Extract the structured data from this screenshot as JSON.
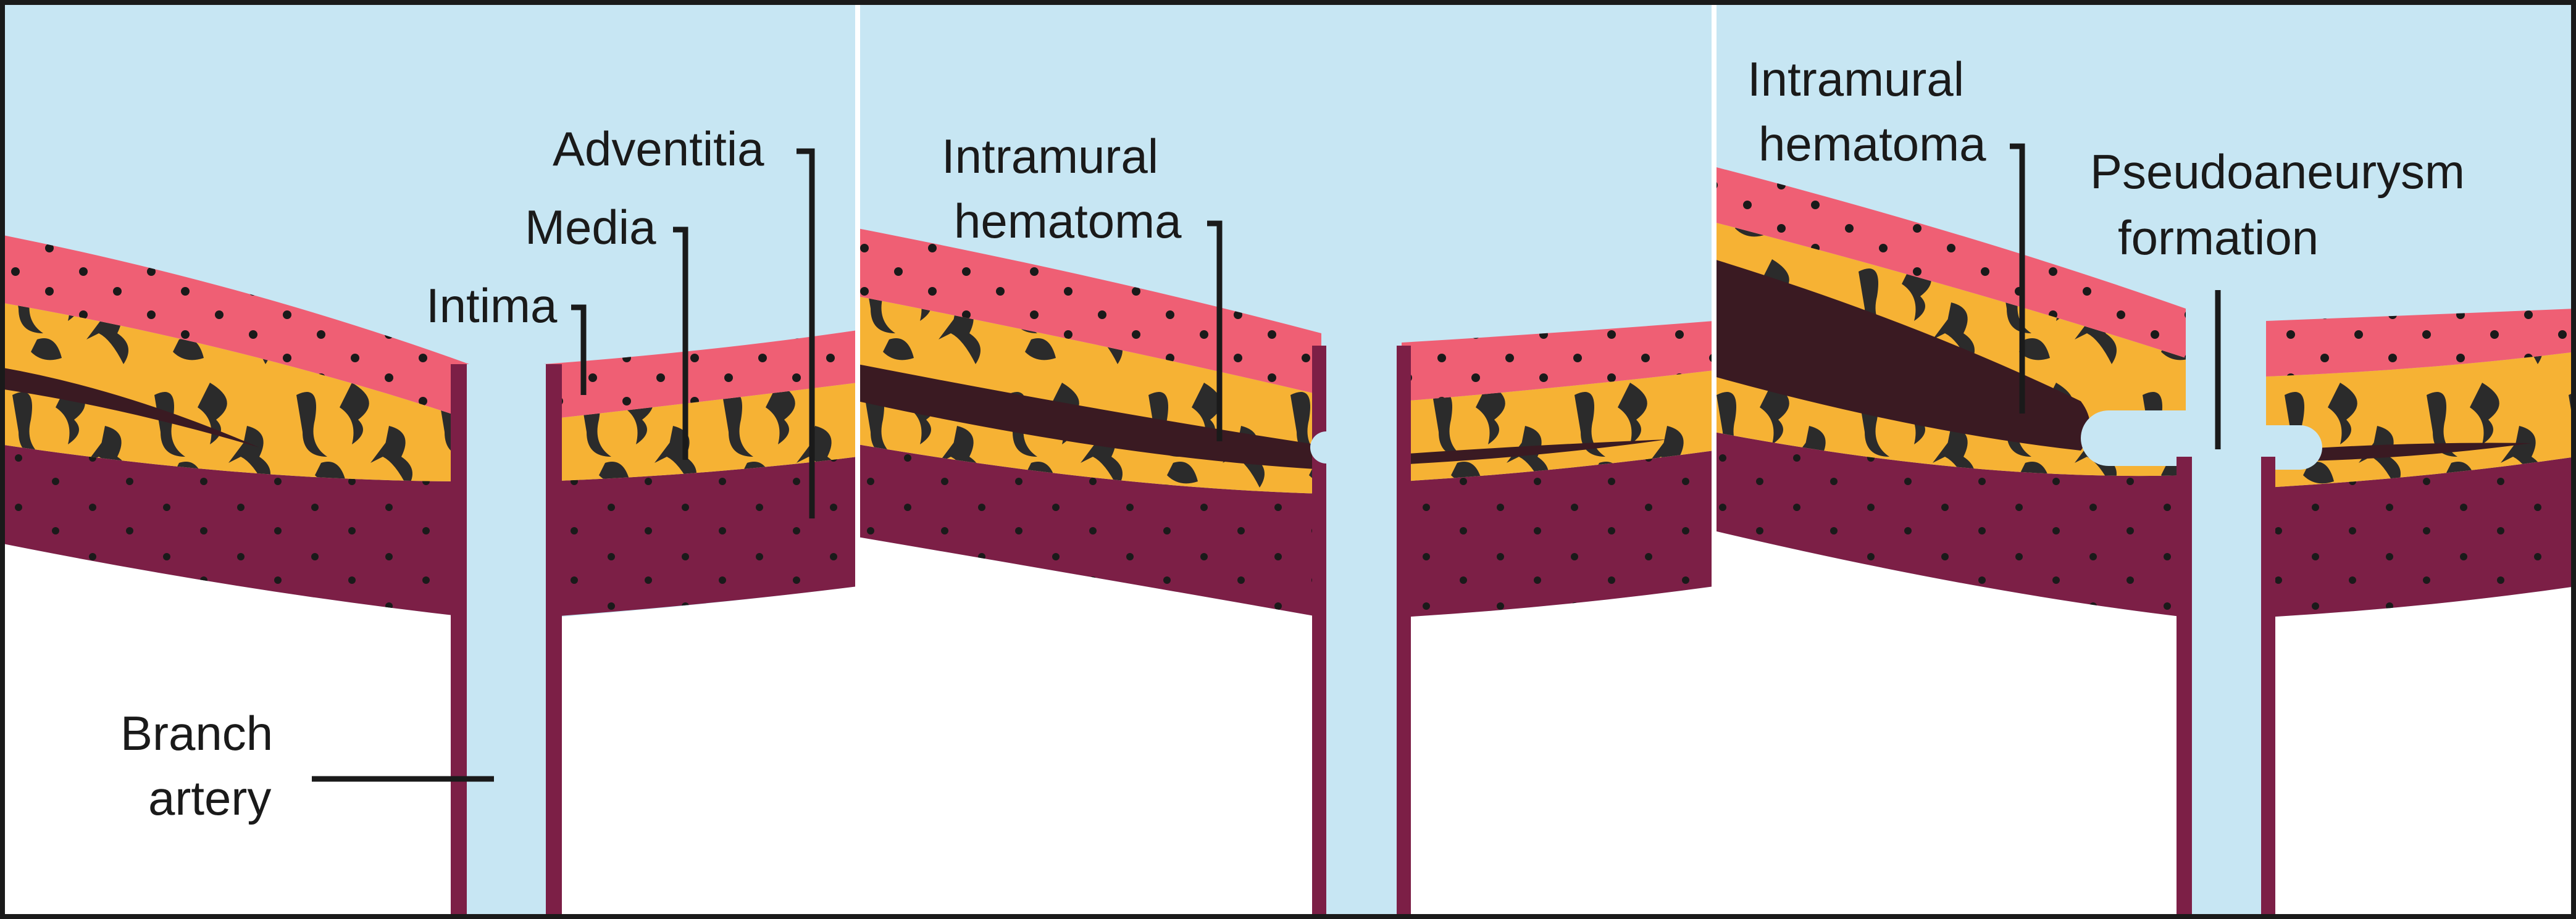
{
  "labels": {
    "adventitia": "Adventitia",
    "media": "Media",
    "intima": "Intima",
    "branch_line1": "Branch",
    "branch_line2": "artery",
    "hematoma2_line1": "Intramural",
    "hematoma2_line2": "hematoma",
    "hematoma3_line1": "Intramural",
    "hematoma3_line2": "hematoma",
    "pseudo_line1": "Pseudoaneurysm",
    "pseudo_line2": "formation"
  },
  "colors": {
    "lumen": "#c7e6f3",
    "intima": "#ef5f74",
    "media": "#f6b234",
    "adventitia": "#7c1f46",
    "hematoma": "#3a1a22",
    "elastic_fibers": "#2b2b2b",
    "outline": "#1a1a1a",
    "background": "#ffffff"
  }
}
